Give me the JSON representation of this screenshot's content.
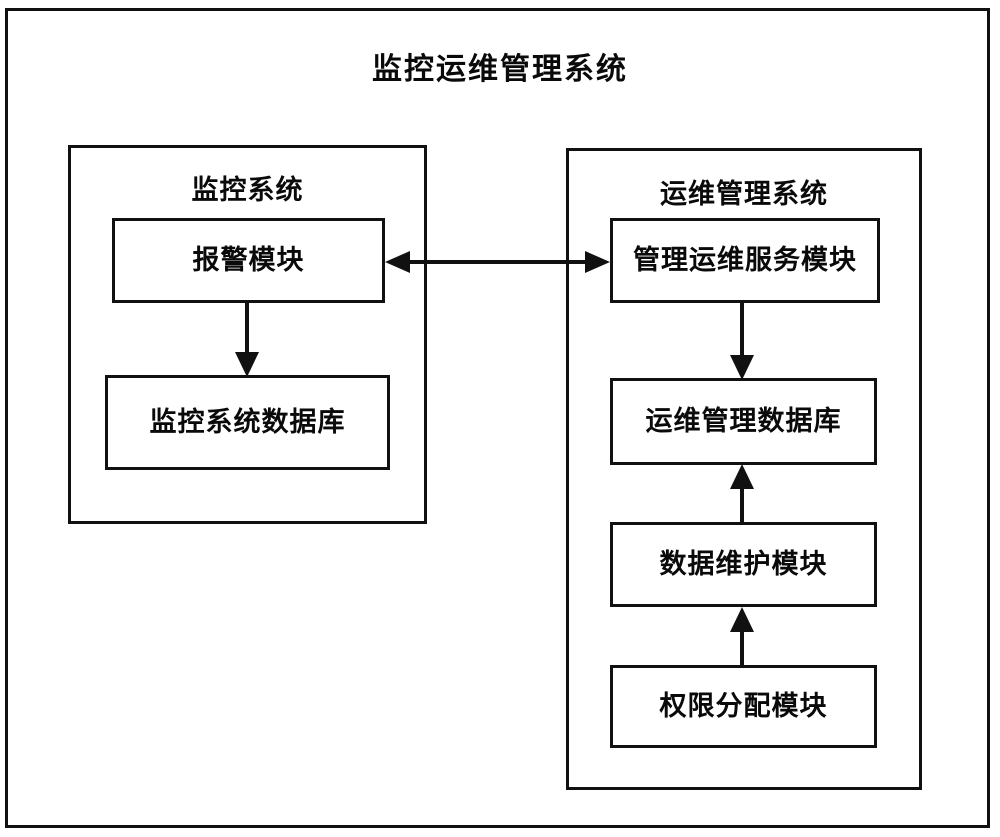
{
  "diagram": {
    "title": "监控运维管理系统",
    "stroke_color": "#111111",
    "background_color": "#ffffff",
    "text_color": "#0a0a0a"
  },
  "panels": [
    {
      "id": "monitoring-system",
      "title": "监控系统",
      "nodes": [
        {
          "id": "alarm-module",
          "label": "报警模块"
        },
        {
          "id": "monitoring-system-database",
          "label": "监控系统数据库"
        }
      ]
    },
    {
      "id": "om-management-system",
      "title": "运维管理系统",
      "nodes": [
        {
          "id": "management-om-service-module",
          "label": "管理运维服务模块"
        },
        {
          "id": "om-management-database",
          "label": "运维管理数据库"
        },
        {
          "id": "data-maintenance-module",
          "label": "数据维护模块"
        },
        {
          "id": "permission-allocation-module",
          "label": "权限分配模块"
        }
      ]
    }
  ],
  "connectors": [
    {
      "id": "alarm-to-service",
      "from": "alarm-module",
      "to": "management-om-service-module",
      "direction": "bidirectional",
      "orientation": "horizontal"
    },
    {
      "id": "alarm-to-monitoring-db",
      "from": "alarm-module",
      "to": "monitoring-system-database",
      "direction": "down",
      "orientation": "vertical"
    },
    {
      "id": "service-to-om-db",
      "from": "management-om-service-module",
      "to": "om-management-database",
      "direction": "down",
      "orientation": "vertical"
    },
    {
      "id": "data-maintenance-to-om-db",
      "from": "data-maintenance-module",
      "to": "om-management-database",
      "direction": "up",
      "orientation": "vertical"
    },
    {
      "id": "permission-to-data-maintenance",
      "from": "permission-allocation-module",
      "to": "data-maintenance-module",
      "direction": "up",
      "orientation": "vertical"
    }
  ]
}
